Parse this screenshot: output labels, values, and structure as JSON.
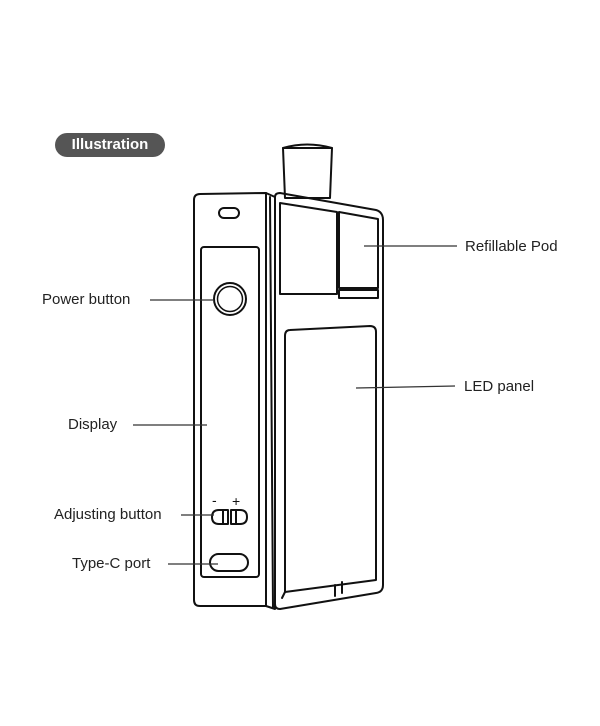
{
  "badge": {
    "text": "Illustration"
  },
  "labels": {
    "power_button": "Power button",
    "display": "Display",
    "adjusting_button": "Adjusting button",
    "type_c_port": "Type-C port",
    "refillable_pod": "Refillable Pod",
    "led_panel": "LED panel"
  },
  "adjust_signs": {
    "minus": "-",
    "plus": "+"
  }
}
